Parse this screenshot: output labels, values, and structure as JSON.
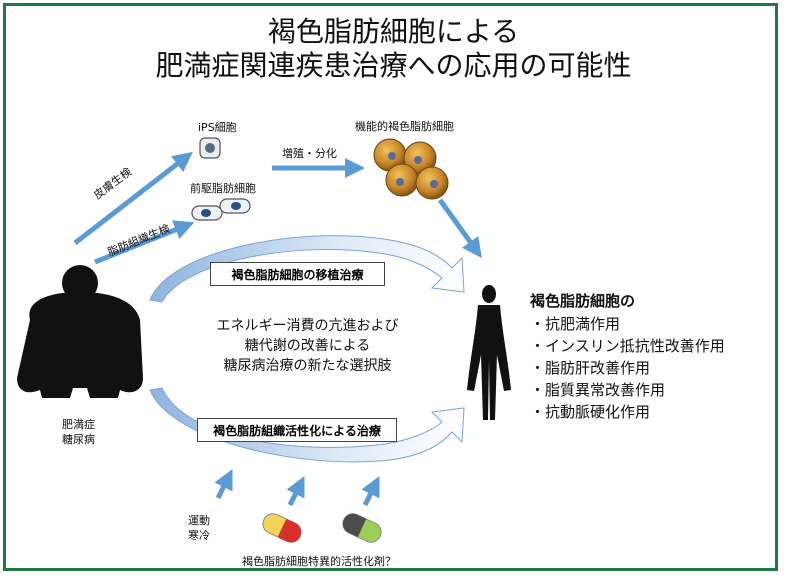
{
  "title": {
    "line1": "褐色脂肪細胞による",
    "line2": "肥満症関連疾患治療への応用の可能性"
  },
  "labels": {
    "ips": "iPS細胞",
    "precursor": "前駆脂肪細胞",
    "functional": "機能的褐色脂肪細胞",
    "proliferation": "増殖・分化",
    "skin_biopsy": "皮膚生検",
    "fat_biopsy": "脂肪組織生検",
    "obese_line1": "肥満症",
    "obese_line2": "糖尿病",
    "exercise": "運動",
    "cold": "寒冷",
    "activator": "褐色脂肪細胞特異的活性化剤？"
  },
  "boxes": {
    "transplant": "褐色脂肪細胞の移植治療",
    "activation": "褐色脂肪組織活性化による治療"
  },
  "center": {
    "line1": "エネルギー消費の亢進および",
    "line2": "糖代謝の改善による",
    "line3": "糖尿病治療の新たな選択肢"
  },
  "effects": {
    "heading": "褐色脂肪細胞の",
    "items": [
      "・抗肥満作用",
      "・インスリン抵抗性改善作用",
      "・脂肪肝改善作用",
      "・脂質異常改善作用",
      "・抗動脈硬化作用"
    ]
  },
  "colors": {
    "border": "#1e7a45",
    "arrow": "#5b9bd5",
    "silhouette": "#111111"
  }
}
